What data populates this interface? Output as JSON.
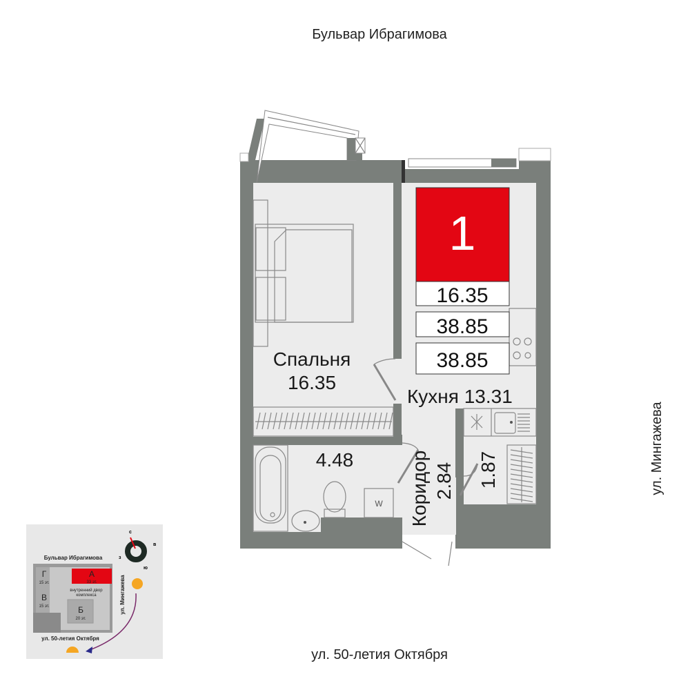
{
  "streets": {
    "top": "Бульвар Ибрагимова",
    "bottom": "ул. 50-летия Октября",
    "right": "ул. Мингажева"
  },
  "apartment": {
    "number": "1",
    "living_area": "16.35",
    "total_area": "38.85",
    "total_area_2": "38.85"
  },
  "rooms": {
    "bedroom_label": "Спальня",
    "bedroom_area": "16.35",
    "kitchen_label": "Кухня",
    "kitchen_area": "13.31",
    "bathroom_area": "4.48",
    "corridor_label": "Коридор",
    "corridor_area": "2.84",
    "closet_area": "1.87",
    "washer_label": "W"
  },
  "site_map": {
    "street_top": "Бульвар Ибрагимова",
    "street_bottom": "ул. 50-летия Октября",
    "street_right": "ул. Мингажева",
    "courtyard": [
      "внутренний двор",
      "комплекса"
    ],
    "buildings": [
      {
        "name": "Г",
        "floors": "15 эт."
      },
      {
        "name": "В",
        "floors": "15 эт."
      },
      {
        "name": "А",
        "floors": "33 эт."
      },
      {
        "name": "Б",
        "floors": "20 эт."
      }
    ],
    "compass": {
      "n": "с",
      "e": "в",
      "s": "ю",
      "w": "з"
    }
  },
  "colors": {
    "wall": "#7a7f7b",
    "floor": "#ececec",
    "accent": "#e30613"
  }
}
